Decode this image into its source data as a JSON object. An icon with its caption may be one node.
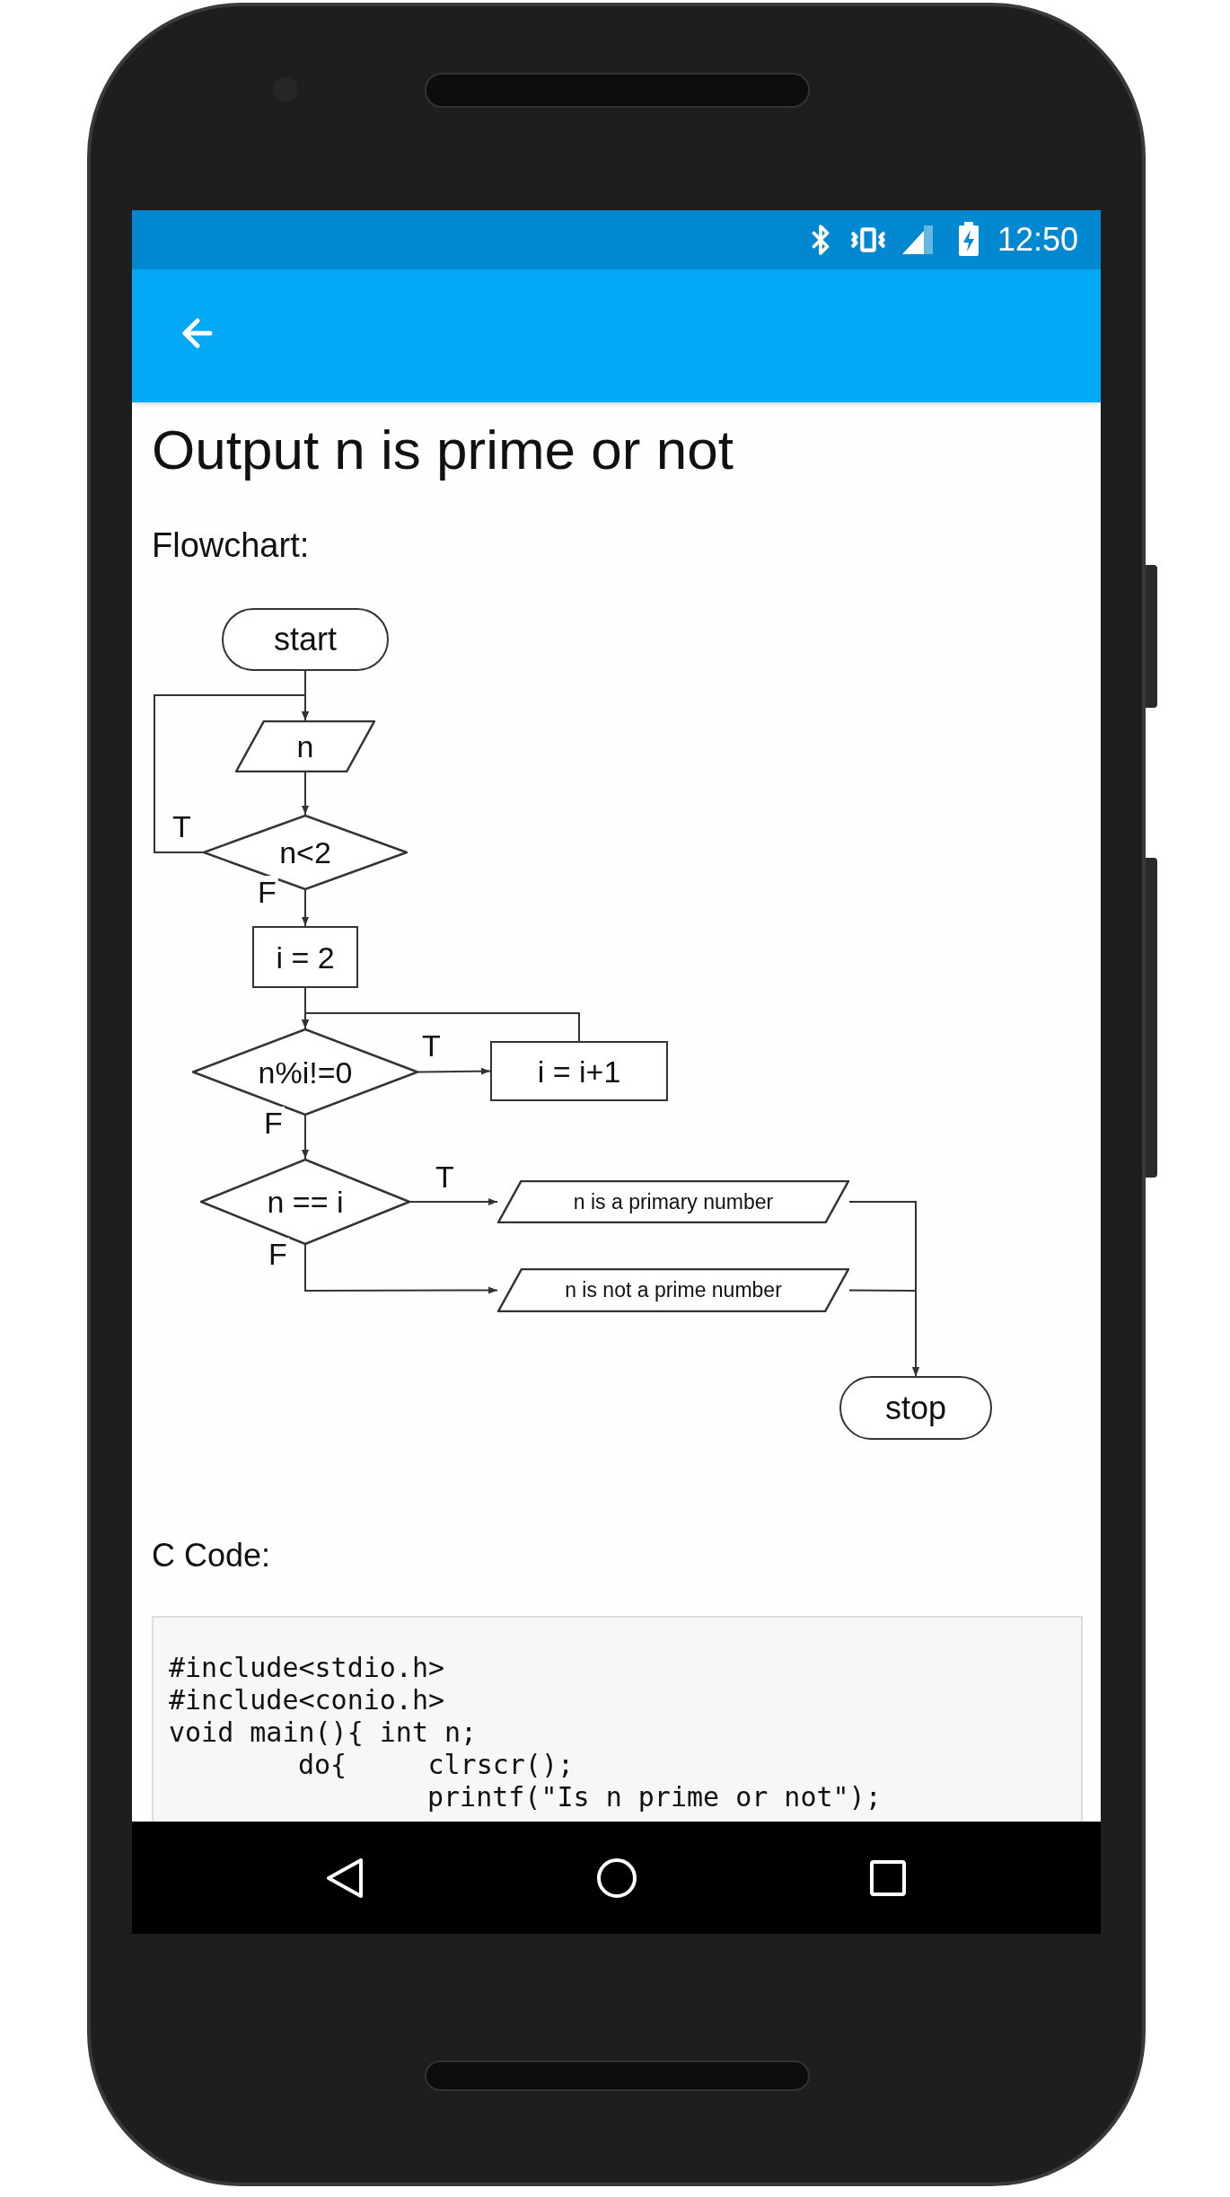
{
  "diagram": {
    "title": "Output n is prime or not",
    "nodes": [
      {
        "text": [
          "start"
        ]
      },
      {
        "text": [
          "n"
        ]
      },
      {
        "text": [
          "n<2"
        ]
      },
      {
        "text": [
          "i = 2"
        ]
      },
      {
        "text": [
          "n%i!=0"
        ]
      },
      {
        "text": [
          "i = i+1"
        ]
      },
      {
        "text": [
          "n == i"
        ]
      },
      {
        "text": [
          "n is a primary number"
        ]
      },
      {
        "text": [
          "n is not a prime number"
        ]
      },
      {
        "text": [
          "stop"
        ]
      }
    ],
    "edges": [
      {
        "from": 0,
        "to": 1,
        "arrow": "to"
      },
      {
        "from": 1,
        "to": 2,
        "arrow": "to"
      },
      {
        "from": 2,
        "to": 1,
        "arrow": "to",
        "label": "T"
      },
      {
        "from": 2,
        "to": 3,
        "arrow": "to",
        "label": "F"
      },
      {
        "from": 3,
        "to": 4,
        "arrow": "to"
      },
      {
        "from": 4,
        "to": 5,
        "arrow": "to",
        "label": "T"
      },
      {
        "from": 5,
        "to": 4,
        "arrow": "to"
      },
      {
        "from": 4,
        "to": 6,
        "arrow": "to",
        "label": "F"
      },
      {
        "from": 6,
        "to": 7,
        "arrow": "to",
        "label": "T"
      },
      {
        "from": 6,
        "to": 8,
        "arrow": "to",
        "label": "F"
      },
      {
        "from": 7,
        "to": 9,
        "arrow": "to"
      },
      {
        "from": 8,
        "to": 9,
        "arrow": "to"
      }
    ],
    "labels": [
      "12:50",
      "Flowchart:",
      "C Code:",
      "#include<stdio.h>",
      "#include<conio.h>",
      "void main(){ int n;",
      "do{     clrscr();",
      "printf(\"Is n prime or not\");"
    ]
  }
}
